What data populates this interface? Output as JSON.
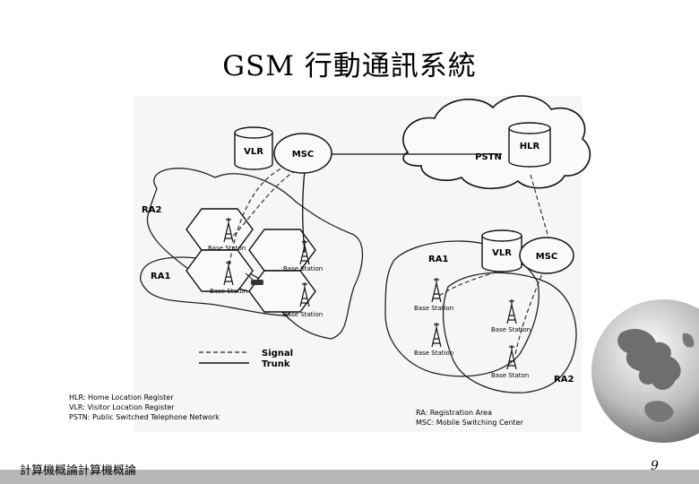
{
  "slide": {
    "title": "GSM 行動通訊系統",
    "footer_left": "計算機概論計算機概論",
    "page_number": "9"
  },
  "diagram": {
    "nodes": {
      "vlr_left": "VLR",
      "msc_left": "MSC",
      "pstn": "PSTN",
      "hlr": "HLR",
      "vlr_right": "VLR",
      "msc_right": "MSC"
    },
    "areas": {
      "ra2_left": "RA2",
      "ra1_left": "RA1",
      "ra1_right": "RA1",
      "ra2_right": "RA2"
    },
    "base_station_label": "Base Station",
    "base_station_label_alt": "Base Staton",
    "legend": {
      "signal": "Signal",
      "trunk": "Trunk"
    },
    "abbreviations_left": [
      "HLR: Home Location Register",
      "VLR: Visitor Location Register",
      "PSTN: Public Switched Telephone Network"
    ],
    "abbreviations_right": [
      "RA: Registration Area",
      "MSC: Mobile Switching Center"
    ]
  },
  "colors": {
    "background": "#ffffff",
    "diagram_background": "#f4f4f4",
    "footer_bar": "#b8b8b8"
  }
}
